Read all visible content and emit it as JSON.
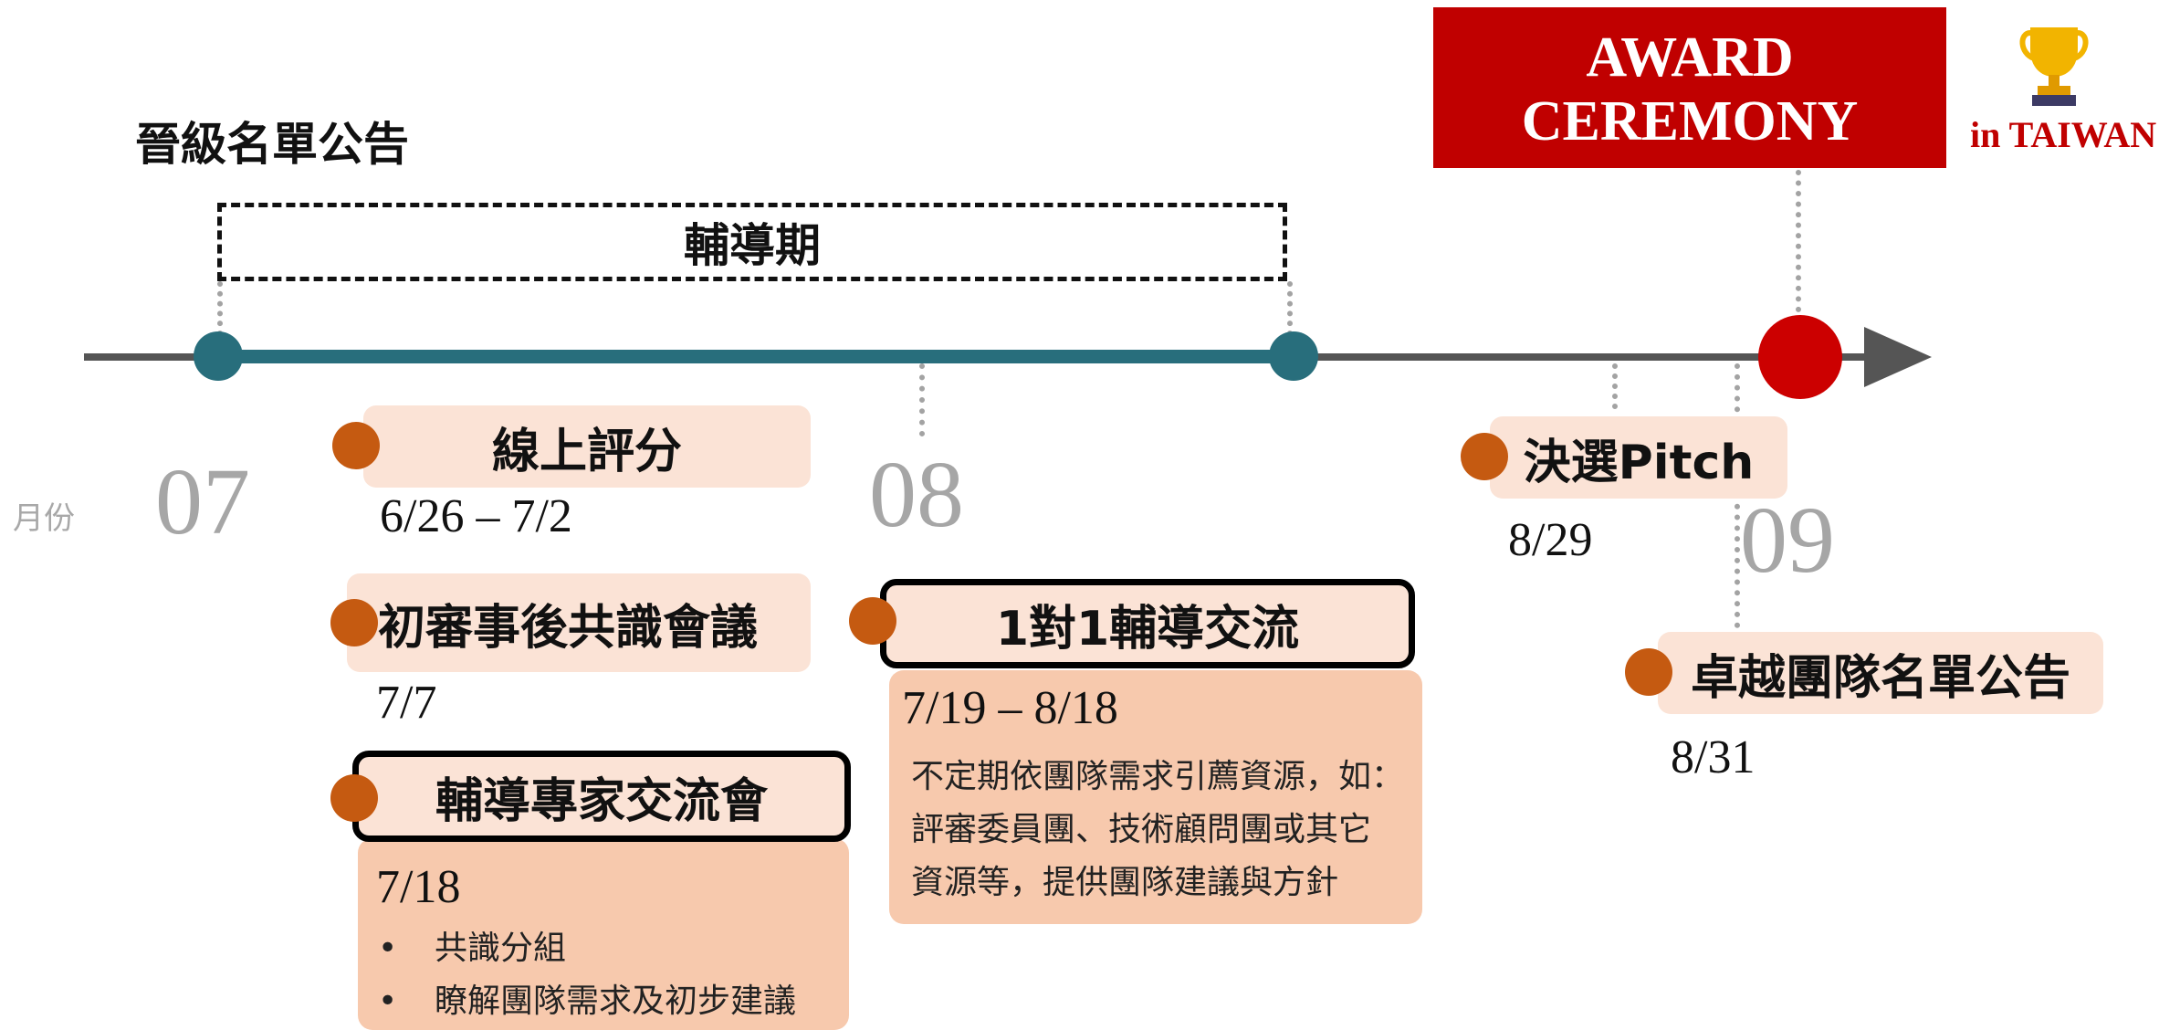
{
  "header": {
    "announce_title": "晉級名單公告",
    "coaching_period": "輔導期"
  },
  "months": {
    "label": "月份",
    "m07": "07",
    "m08": "08",
    "m09": "09"
  },
  "events": {
    "online_scoring": {
      "title": "線上評分",
      "date": "6/26 – 7/2"
    },
    "consensus_meeting": {
      "title": "初審事後共識會議",
      "date": "7/7"
    },
    "expert_exchange": {
      "title": "輔導專家交流會",
      "date": "7/18",
      "bullets": [
        "共識分組",
        "瞭解團隊需求及初步建議"
      ]
    },
    "one_on_one": {
      "title": "1對1輔導交流",
      "date": "7/19 – 8/18",
      "desc_lines": [
        "不定期依團隊需求引薦資源，如：",
        "評審委員團、技術顧問團或其它",
        "資源等，提供團隊建議與方針"
      ]
    },
    "final_pitch": {
      "title": "決選Pitch",
      "date": "8/29"
    },
    "excellence_list": {
      "title": "卓越團隊名單公告",
      "date": "8/31"
    }
  },
  "award": {
    "line1": "AWARD",
    "line2": "CEREMONY",
    "location": "in TAIWAN",
    "icon": "trophy-icon"
  },
  "colors": {
    "teal": "#286e7c",
    "axis": "#555555",
    "orange_dot": "#c55a11",
    "pill_bg": "#fbe3d6",
    "detail_bg": "#f7c9ad",
    "award_red": "#c00000"
  }
}
